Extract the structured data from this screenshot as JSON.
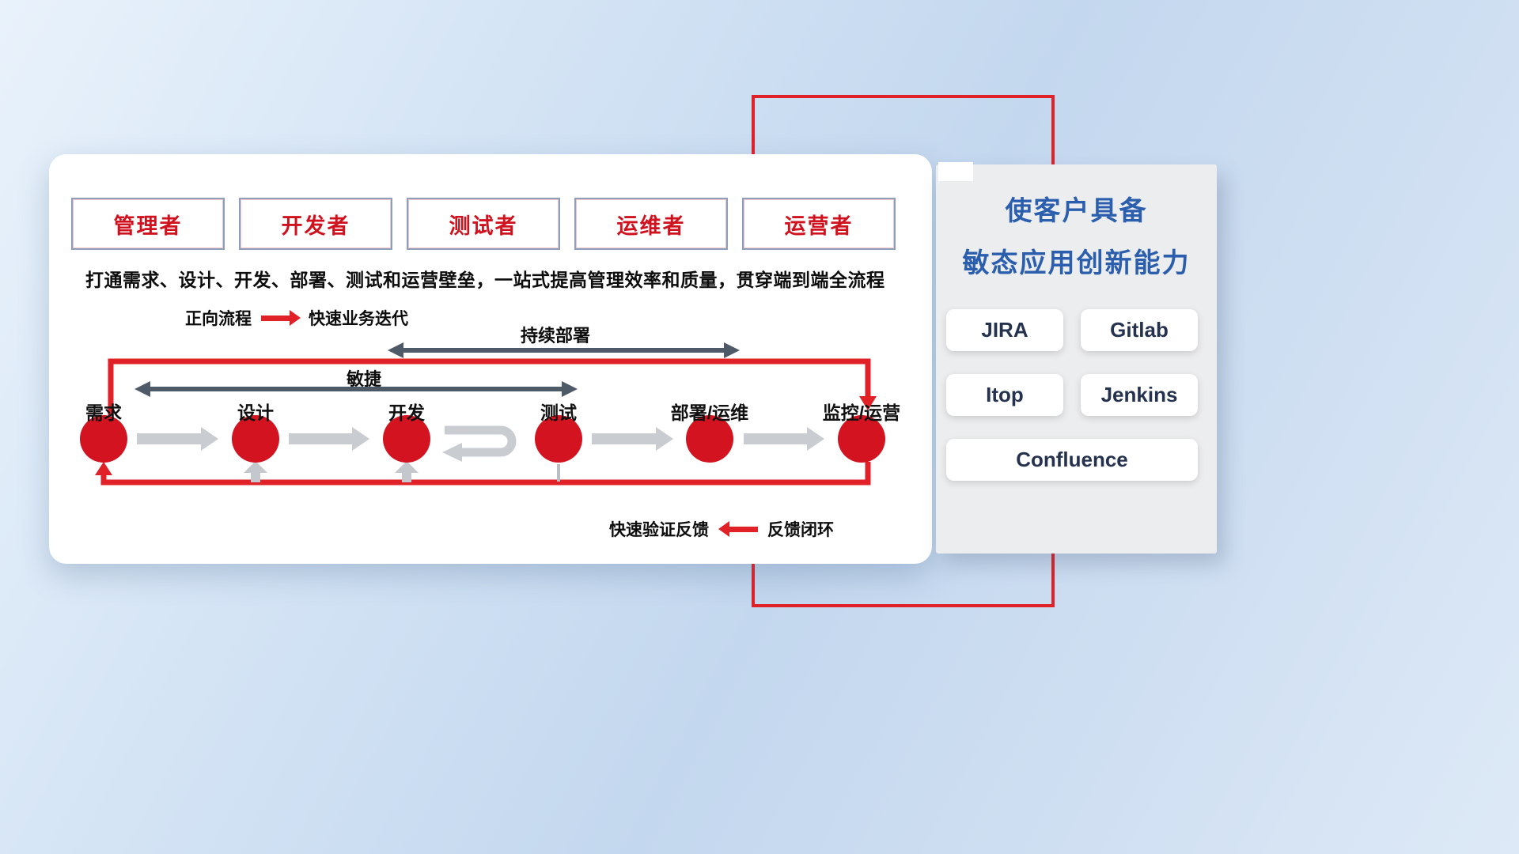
{
  "roles": [
    {
      "label": "管理者"
    },
    {
      "label": "开发者"
    },
    {
      "label": "测试者"
    },
    {
      "label": "运维者"
    },
    {
      "label": "运营者"
    }
  ],
  "description": "打通需求、设计、开发、部署、测试和运营壁垒，一站式提高管理效率和质量，贯穿端到端全流程",
  "legend_forward": {
    "label": "正向流程",
    "value": "快速业务迭代"
  },
  "legend_feedback": {
    "label": "快速验证反馈",
    "value": "反馈闭环"
  },
  "arrows": {
    "continuous_deploy": "持续部署",
    "agile": "敏捷"
  },
  "flow": {
    "nodes": [
      {
        "label": "需求"
      },
      {
        "label": "设计"
      },
      {
        "label": "开发"
      },
      {
        "label": "测试"
      },
      {
        "label": "部署/运维"
      },
      {
        "label": "监控/运营"
      }
    ]
  },
  "panel": {
    "title_line1": "使客户具备",
    "title_line2": "敏态应用创新能力",
    "tools": [
      {
        "label": "JIRA"
      },
      {
        "label": "Gitlab"
      },
      {
        "label": "Itop"
      },
      {
        "label": "Jenkins"
      },
      {
        "label": "Confluence"
      }
    ]
  },
  "colors": {
    "accent_red": "#e02128",
    "node_red": "#d31420",
    "title_blue": "#2b5fae",
    "arrow_dark": "#4e5a68",
    "arrow_gray": "#c9ccd0"
  }
}
